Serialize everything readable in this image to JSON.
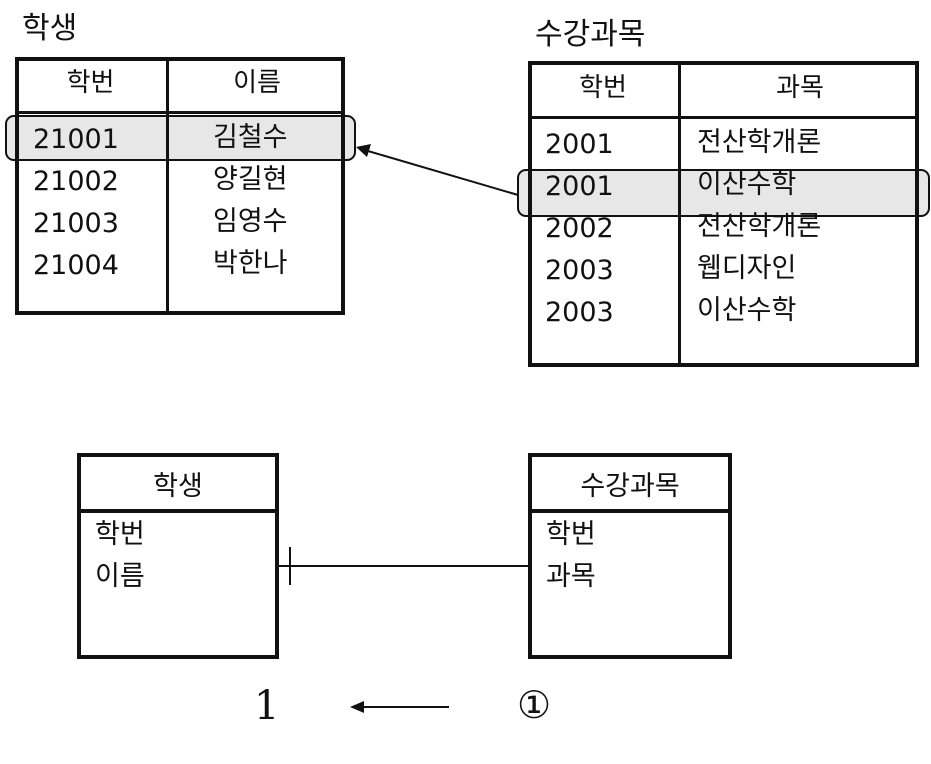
{
  "student_table": {
    "caption": "학생",
    "headers": [
      "학번",
      "이름"
    ],
    "rows": [
      [
        "21001",
        "김철수"
      ],
      [
        "21002",
        "양길현"
      ],
      [
        "21003",
        "임영수"
      ],
      [
        "21004",
        "박한나"
      ]
    ]
  },
  "enrollment_table": {
    "caption": "수강과목",
    "headers": [
      "학번",
      "과목"
    ],
    "rows": [
      [
        "2001",
        "전산학개론"
      ],
      [
        "2001",
        "이산수학"
      ],
      [
        "2002",
        "전산학개론"
      ],
      [
        "2003",
        "웹디자인"
      ],
      [
        "2003",
        "이산수학"
      ]
    ]
  },
  "student_entity": {
    "title": "학생",
    "attributes": [
      "학번",
      "이름"
    ]
  },
  "enrollment_entity": {
    "title": "수강과목",
    "attributes": [
      "학번",
      "과목"
    ]
  },
  "cardinality": {
    "left": "1",
    "right": "①"
  },
  "colors": {
    "highlight": "#e7e7e7",
    "line": "#111111"
  }
}
